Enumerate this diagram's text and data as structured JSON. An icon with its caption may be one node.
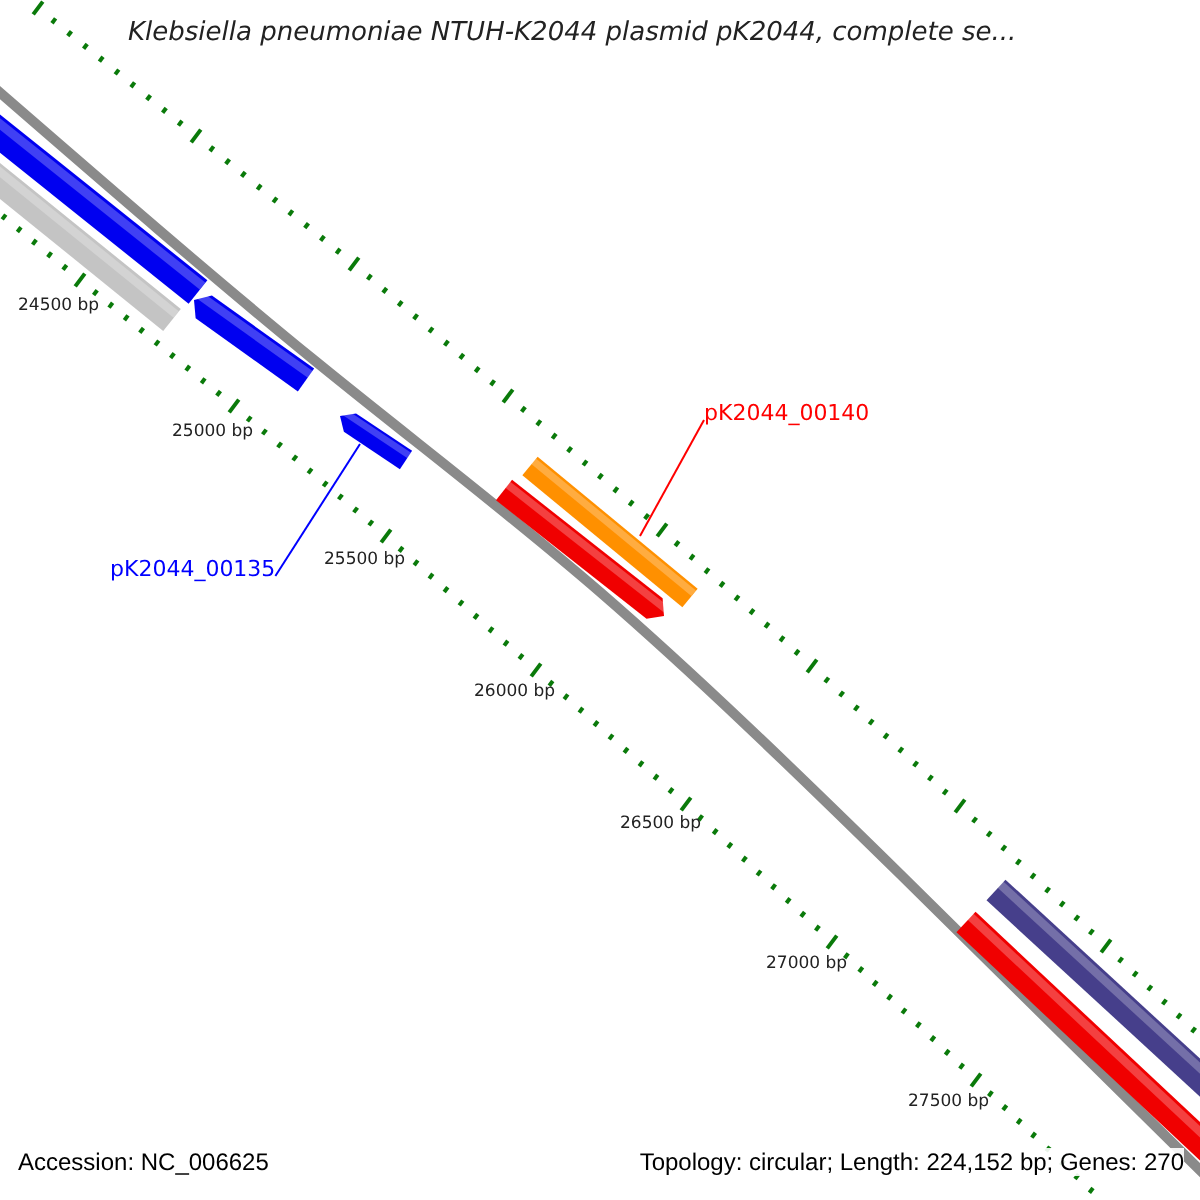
{
  "diagram": {
    "title": "Klebsiella pneumoniae NTUH-K2044 plasmid pK2044, complete se...",
    "nodes": [
      {
        "text": [
          "pK2044_00135"
        ]
      },
      {
        "text": [],
        "shape": "bar"
      },
      {
        "text": [
          "pK2044_00140"
        ]
      },
      {
        "text": [],
        "shape": "bar"
      }
    ],
    "edges": [
      {
        "from": 0,
        "to": 1,
        "arrow": "none",
        "color": "#0000ff"
      },
      {
        "from": 2,
        "to": 3,
        "arrow": "none",
        "color": "#ff0000"
      }
    ],
    "labels": [
      "24500 bp",
      "25000 bp",
      "25500 bp",
      "26000 bp",
      "26500 bp",
      "27000 bp",
      "27500 bp",
      "Accession: NC_006625",
      "Topology: circular; Length: 224,152 bp; Genes: 270"
    ]
  }
}
